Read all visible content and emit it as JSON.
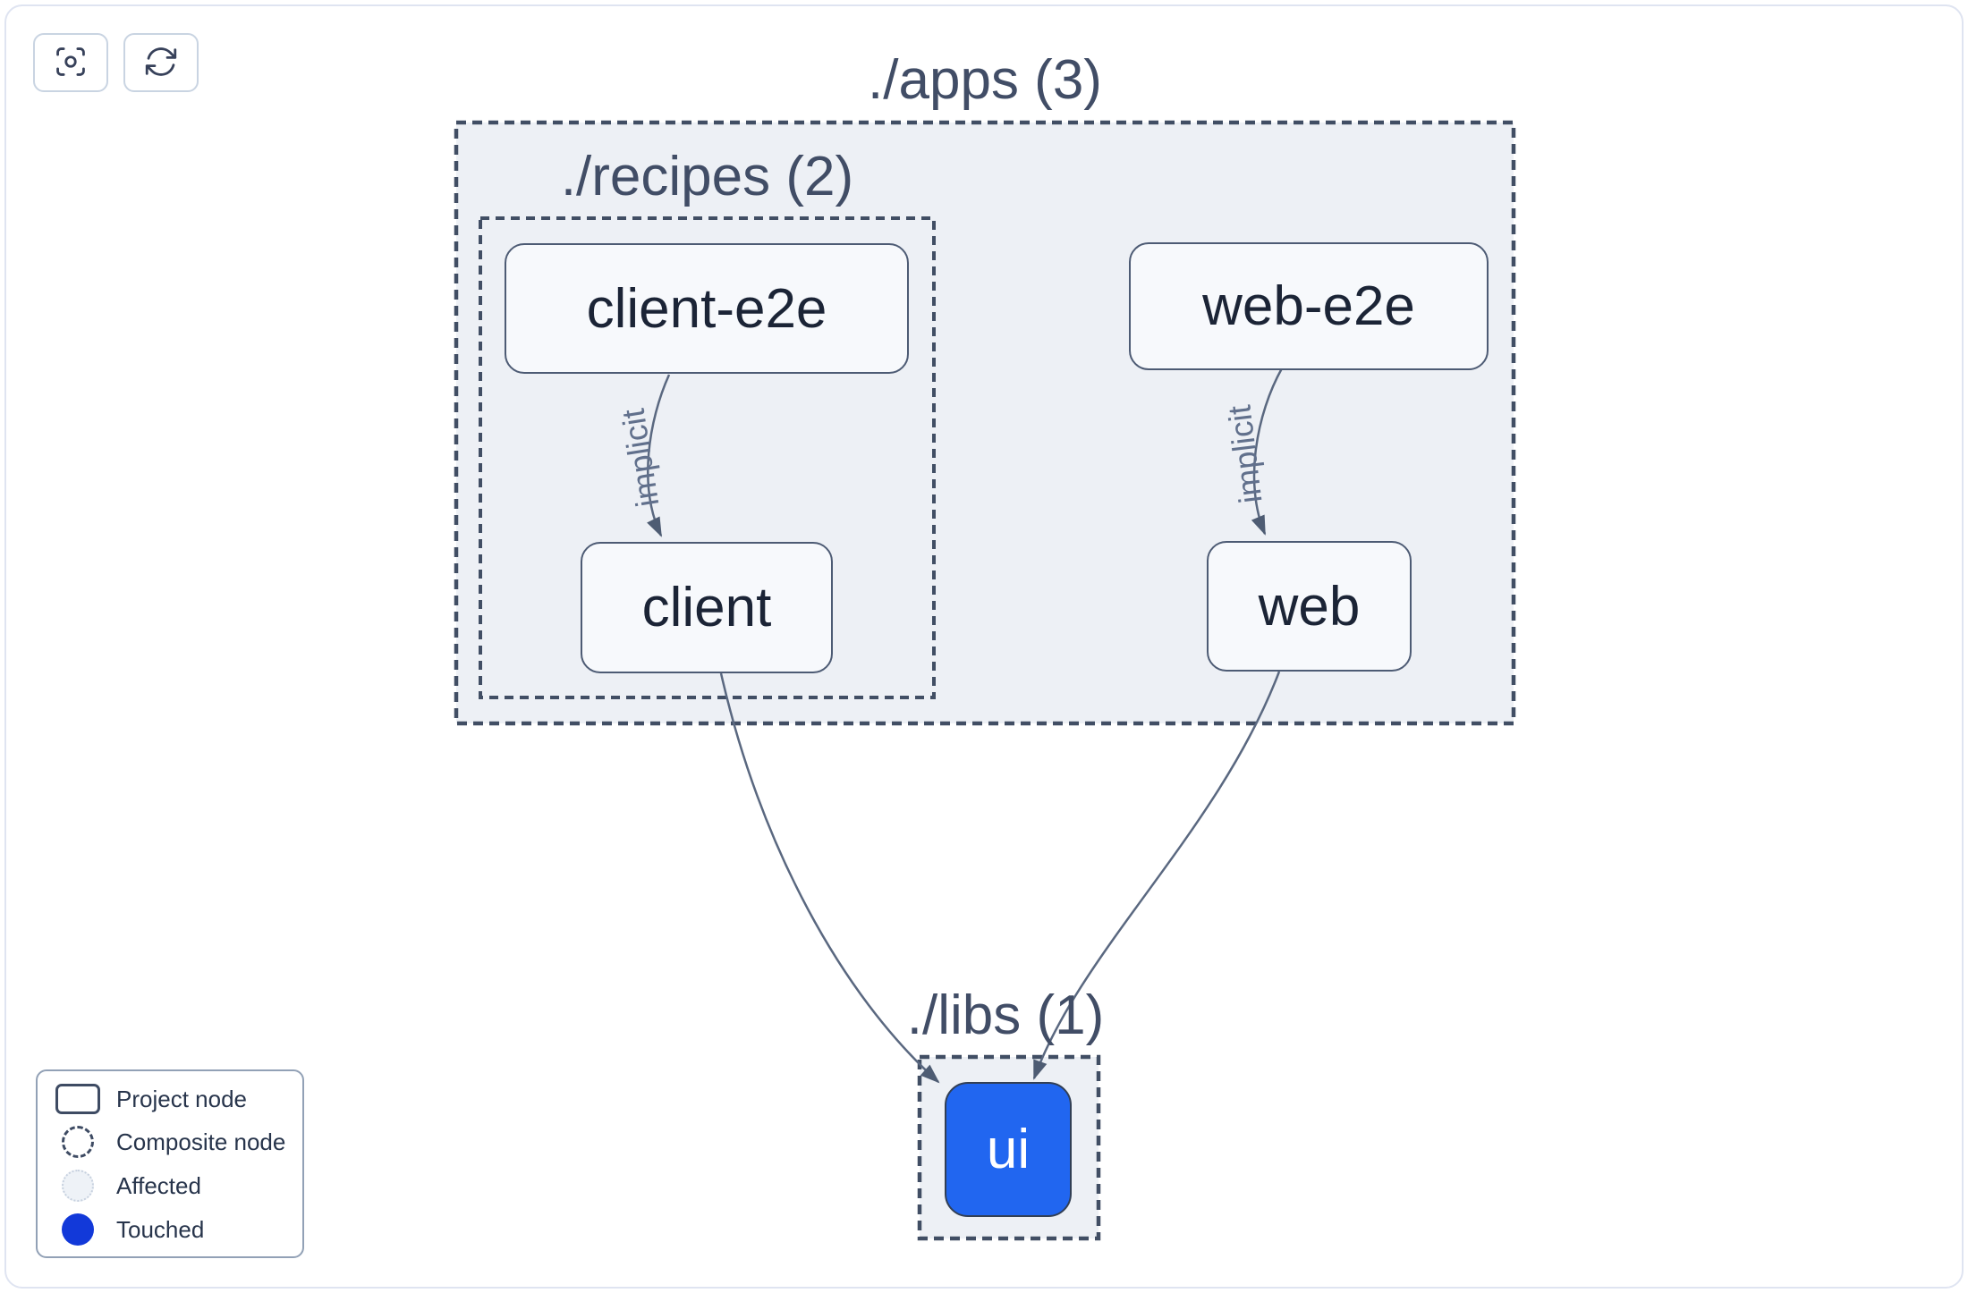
{
  "toolbar": {
    "buttons": [
      {
        "name": "focus-graph",
        "icon": "viewfinder-circle-icon"
      },
      {
        "name": "refresh-graph",
        "icon": "arrow-path-refresh-icon"
      }
    ]
  },
  "graph": {
    "groups": [
      {
        "id": "apps",
        "label": "./apps (3)"
      },
      {
        "id": "recipes",
        "label": "./recipes (2)"
      },
      {
        "id": "libs",
        "label": "./libs (1)"
      }
    ],
    "nodes": [
      {
        "id": "client-e2e",
        "label": "client-e2e",
        "state": "default"
      },
      {
        "id": "web-e2e",
        "label": "web-e2e",
        "state": "default"
      },
      {
        "id": "client",
        "label": "client",
        "state": "default"
      },
      {
        "id": "web",
        "label": "web",
        "state": "default"
      },
      {
        "id": "ui",
        "label": "ui",
        "state": "touched"
      }
    ],
    "edges": [
      {
        "from": "client-e2e",
        "to": "client",
        "label": "implicit"
      },
      {
        "from": "web-e2e",
        "to": "web",
        "label": "implicit"
      },
      {
        "from": "client",
        "to": "ui",
        "label": ""
      },
      {
        "from": "web",
        "to": "ui",
        "label": ""
      }
    ]
  },
  "legend": {
    "items": [
      {
        "icon": "project-node-swatch",
        "label": "Project node"
      },
      {
        "icon": "composite-node-swatch",
        "label": "Composite node"
      },
      {
        "icon": "affected-swatch",
        "label": "Affected"
      },
      {
        "icon": "touched-swatch",
        "label": "Touched"
      }
    ]
  },
  "colors": {
    "touched_legend": "#1239d9",
    "touched_node_fill": "#2166f0",
    "affected_fill": "#eef2f7",
    "composite_fill": "#edf0f5",
    "composite_border": "#414e64",
    "node_fill": "#f7f9fc",
    "node_border": "#4d5b74",
    "node_text": "#1b2436",
    "group_label_text": "#414d66",
    "edge_stroke": "#5a6880",
    "edge_label_text": "#61708c",
    "frame_border": "#dfe4f1"
  }
}
